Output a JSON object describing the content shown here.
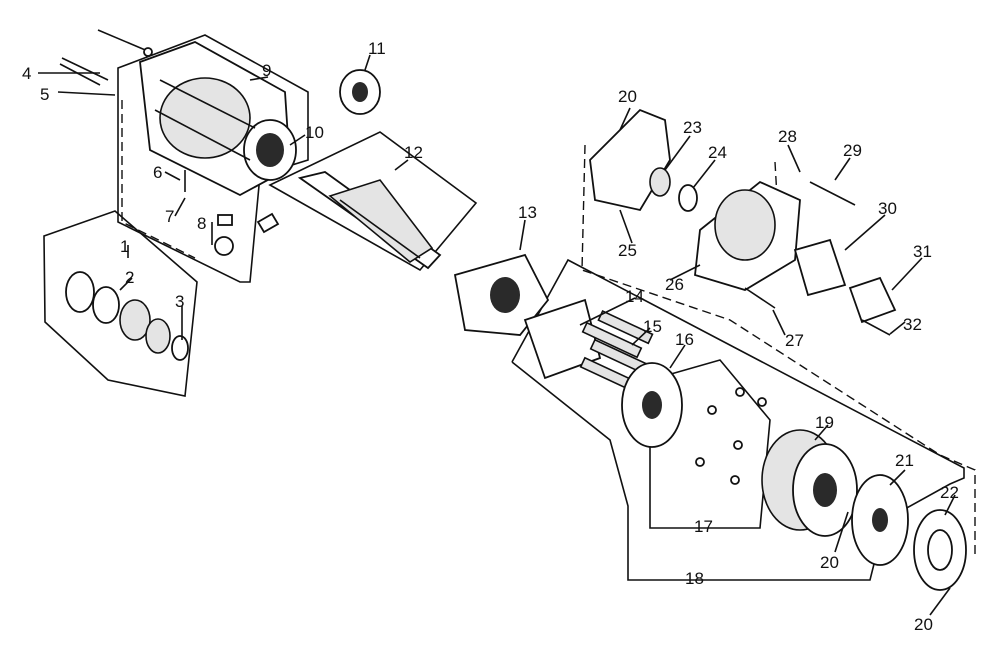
{
  "labels": {
    "l1": "1",
    "l2": "2",
    "l3": "3",
    "l4": "4",
    "l5": "5",
    "l6": "6",
    "l7": "7",
    "l8": "8",
    "l9": "9",
    "l10": "10",
    "l11": "11",
    "l12": "12",
    "l13": "13",
    "l14": "14",
    "l15": "15",
    "l16": "16",
    "l17": "17",
    "l18": "18",
    "l19": "19",
    "l20a": "20",
    "l20b": "20",
    "l20c": "20",
    "l21": "21",
    "l22": "22",
    "l23": "23",
    "l24": "24",
    "l25": "25",
    "l26": "26",
    "l27": "27",
    "l28": "28",
    "l29": "29",
    "l30": "30",
    "l31": "31",
    "l32": "32"
  },
  "colors": {
    "ink": "#111111",
    "paper": "#ffffff"
  }
}
